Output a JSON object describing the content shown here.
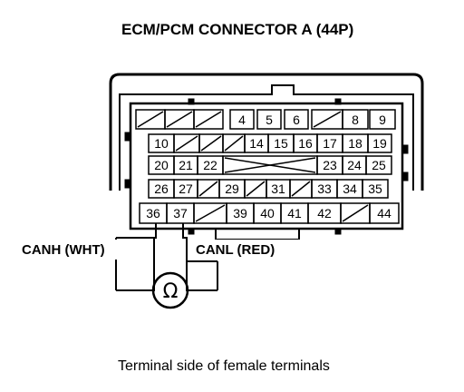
{
  "title": "ECM/PCM CONNECTOR A (44P)",
  "caption": "Terminal side of female terminals",
  "canh_label": "CANH (WHT)",
  "canl_label": "CANL (RED)",
  "ohm_symbol": "Ω",
  "pins": {
    "p4": "4",
    "p5": "5",
    "p6": "6",
    "p8": "8",
    "p9": "9",
    "p10": "10",
    "p14": "14",
    "p15": "15",
    "p16": "16",
    "p17": "17",
    "p18": "18",
    "p19": "19",
    "p20": "20",
    "p21": "21",
    "p22": "22",
    "p23": "23",
    "p24": "24",
    "p25": "25",
    "p26": "26",
    "p27": "27",
    "p29": "29",
    "p31": "31",
    "p33": "33",
    "p34": "34",
    "p35": "35",
    "p36": "36",
    "p37": "37",
    "p39": "39",
    "p40": "40",
    "p41": "41",
    "p42": "42",
    "p44": "44"
  },
  "colors": {
    "ink": "#000000",
    "background": "#ffffff"
  }
}
